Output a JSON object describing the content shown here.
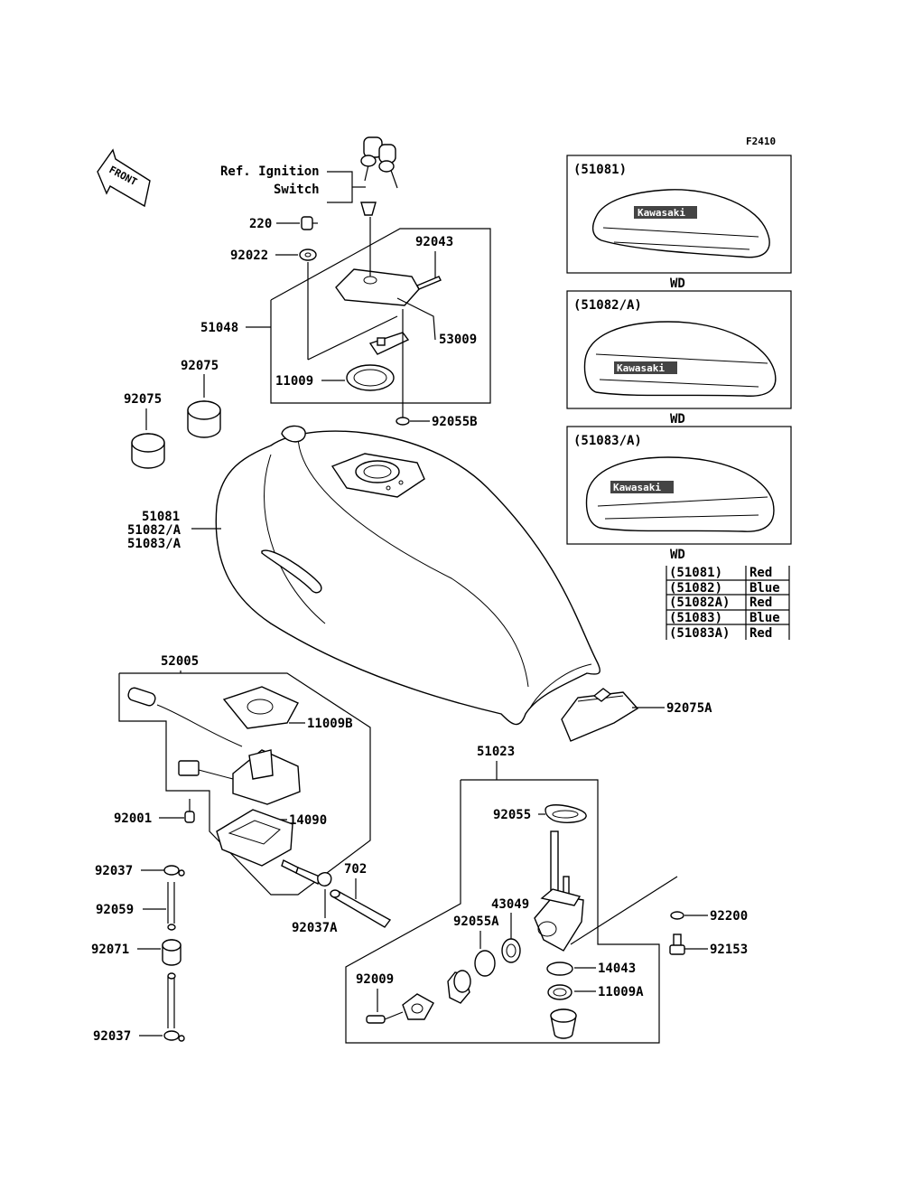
{
  "figure_code": "F2410",
  "front_arrow": "FRONT",
  "ref_note": [
    "Ref. Ignition",
    "Switch"
  ],
  "parts": {
    "p220": "220",
    "p92022": "92022",
    "p92043": "92043",
    "p51048": "51048",
    "p53009": "53009",
    "p11009": "11009",
    "p92055B": "92055B",
    "p92075a": "92075",
    "p92075b": "92075",
    "p51081": "51081",
    "p51082A": "51082/A",
    "p51083A": "51083/A",
    "p52005": "52005",
    "p11009B": "11009B",
    "p92075A": "92075A",
    "p51023": "51023",
    "p92001": "92001",
    "p14090": "14090",
    "p92055": "92055",
    "p92037top": "92037",
    "p702": "702",
    "p92059": "92059",
    "p92037A": "92037A",
    "p43049": "43049",
    "p92200": "92200",
    "p92055A": "92055A",
    "p92071": "92071",
    "p92153": "92153",
    "p14043": "14043",
    "p92009": "92009",
    "p11009A": "11009A",
    "p92037bot": "92037"
  },
  "decals": [
    {
      "title": "(51081)",
      "logo": "Kawasaki",
      "caption": "WD"
    },
    {
      "title": "(51082/A)",
      "logo": "Kawasaki",
      "caption": "WD"
    },
    {
      "title": "(51083/A)",
      "logo": "Kawasaki",
      "caption": "WD"
    }
  ],
  "color_table": [
    {
      "code": "(51081)",
      "color": "Red"
    },
    {
      "code": "(51082)",
      "color": "Blue"
    },
    {
      "code": "(51082A)",
      "color": "Red"
    },
    {
      "code": "(51083)",
      "color": "Blue"
    },
    {
      "code": "(51083A)",
      "color": "Red"
    }
  ]
}
